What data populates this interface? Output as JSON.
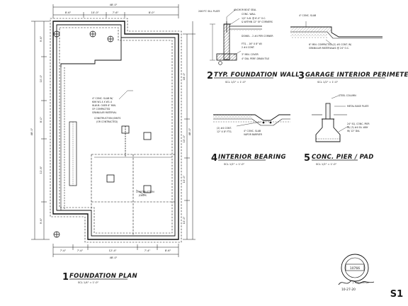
{
  "details": [
    {
      "number": "1",
      "title": "FOUNDATION PLAN",
      "scale": "SCL 1/4\" = 1'-0\""
    },
    {
      "number": "2",
      "title": "TYP. FOUNDATION WALL",
      "scale": "SCL 1/2\" = 1'-0\""
    },
    {
      "number": "3",
      "title": "GARAGE INTERIOR PERIMETER",
      "scale": "SCL 1/2\" = 1'-0\""
    },
    {
      "number": "4",
      "title": "INTERIOR BEARING",
      "scale": "SCL 1/2\" = 1'-0\""
    },
    {
      "number": "5",
      "title": "CONC. PIER / PAD",
      "scale": "SCL 1/2\" = 1'-0\""
    }
  ],
  "plan_notes": {
    "slab_lines": [
      "4\" CONC. SLAB W/",
      "6X6 W1.4 X W1.4",
      "W.W.M. OVER 6\" MIN.",
      "OF COMPACTED",
      "GRANULAR MATERIAL"
    ],
    "joint_lines": [
      "CONSTRUCTION JOINTS",
      "(OR CONTRACTED)"
    ],
    "construction_joints": [
      "CONSTRUCTION",
      "JOINTS"
    ]
  },
  "dimensions": {
    "top_overall": "48'-0\"",
    "top_segments": [
      "8'-6\"",
      "10'-0\"",
      "7'-6\"",
      "8'-0\""
    ],
    "bottom_overall": "48'-0\"",
    "bottom_segments": [
      "7'-4\"",
      "7'-4\"",
      "12'-4\"",
      "7'-4\"",
      "8'-6\""
    ],
    "left_overall": "48'-0\"",
    "left_segments": [
      "9'-6\"",
      "10'-0\"",
      "8'-0\"",
      "11'-6\"",
      "9'-6\""
    ],
    "right_overall": "48'-0\"",
    "right_segments": [
      "18'-0\"",
      "10'-0\"",
      "10'-0\"",
      "10'-0\""
    ]
  },
  "detail_notes": {
    "d2": [
      "2X6 P.T. SILL PLATE",
      "ANCHOR BOLT SEAL",
      "CONC. WALL",
      "1/2\" A.B. @ 6'-0\" O.C.",
      "& WITHIN 12\" OF CORNERS",
      "DOWEL - 2 #4 PER CORNER",
      "FTG. - 16\" X 8\" W/",
      "2 #4 CONT.",
      "3\" MIN. COVER",
      "4\" DIA. PERF. DRAIN TILE"
    ],
    "d3": [
      "4\" CONC. SLAB",
      "6\" MIN. COMPACTED",
      "GRANULAR MATERIAL",
      "(2) #5 CONT. W/",
      "#4 @ 24\" O.C."
    ],
    "d4": [
      "(2) #4 CONT.",
      "12\" X 8\" FTG.",
      "4\" CONC. SLAB",
      "VAPOR BARRIER"
    ],
    "d5": [
      "STEEL COLUMN",
      "METAL BASE PLATE",
      "24\" SQ. CONC. PIER",
      "W/ (3) #4 EA. WAY",
      "W/ 12\" DIA."
    ]
  },
  "stamp": {
    "number": "10766"
  },
  "signature": {
    "name": "J. Kazmierski"
  },
  "date": "10-27-20",
  "sheet_number": "S1"
}
